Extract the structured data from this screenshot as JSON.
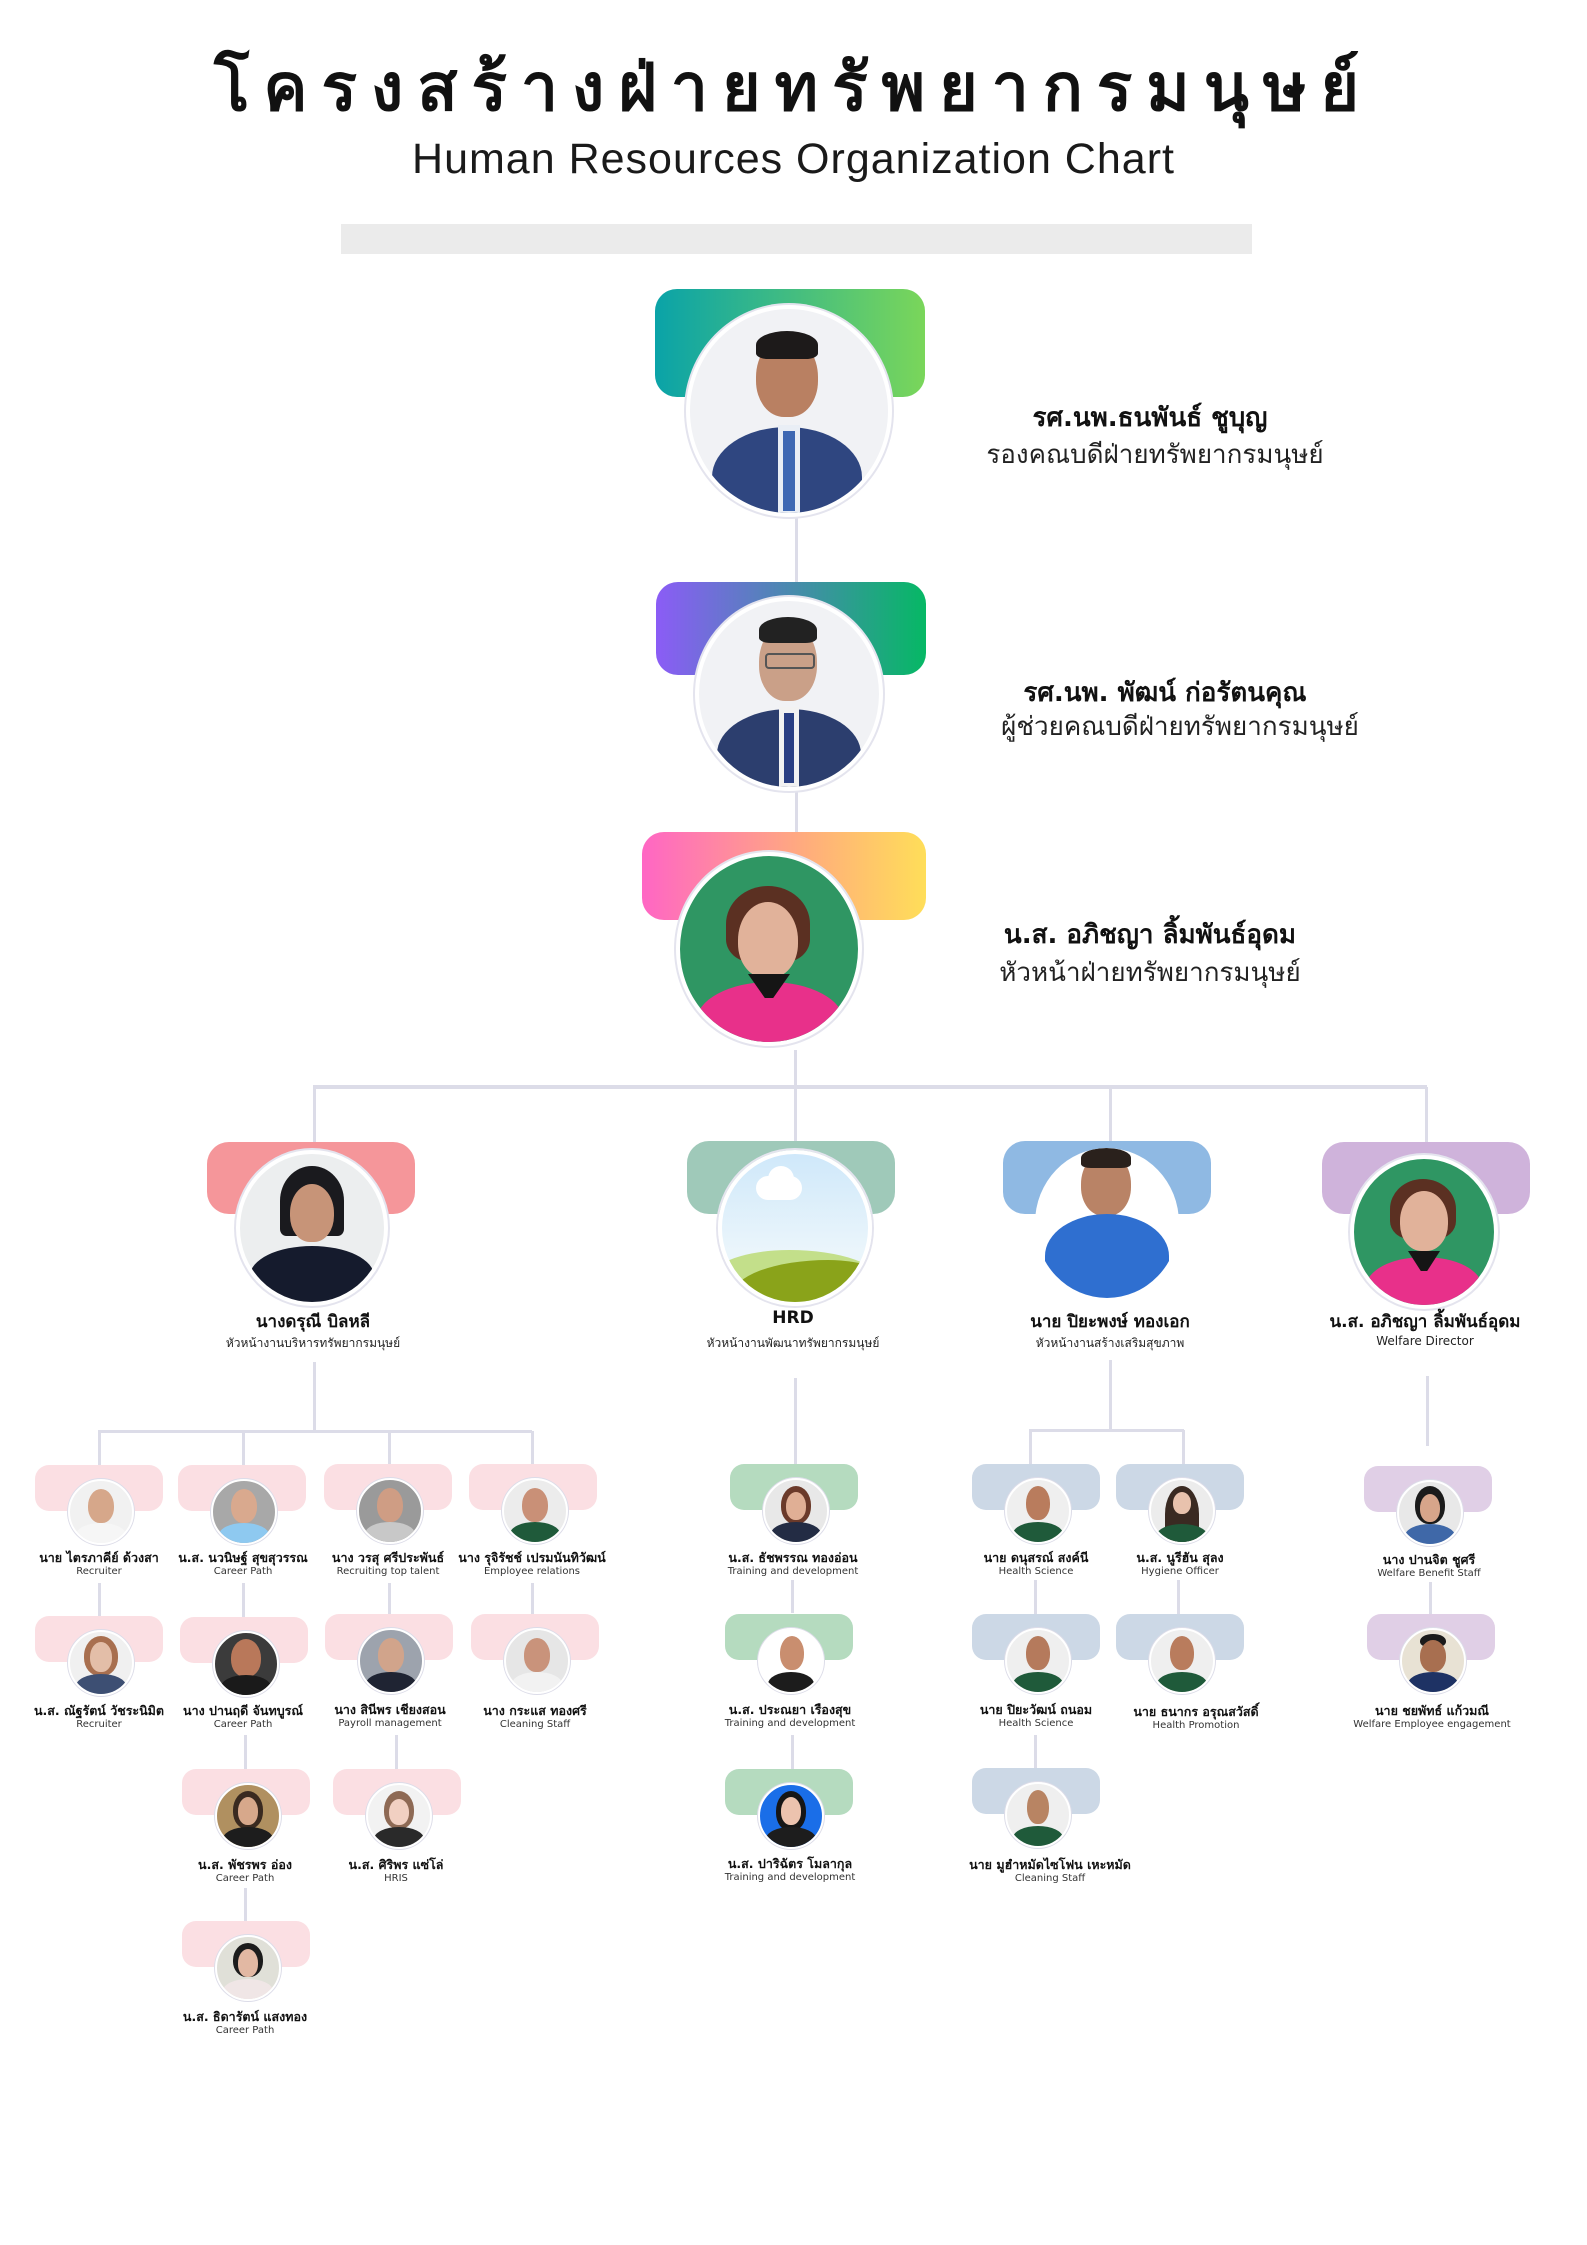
{
  "header": {
    "title_th": "โครงสร้างฝ่ายทรัพยากรมนุษย์",
    "title_en": "Human Resources Organization Chart"
  },
  "colors": {
    "connector": "#dcdce8",
    "exec1_gradient": [
      "#0aa3a8",
      "#7ad65a"
    ],
    "exec2_gradient": [
      "#8b5cf6",
      "#06b865"
    ],
    "exec3_gradient": [
      "#ff66c4",
      "#ffde59"
    ],
    "admin_tab": "#f5969a",
    "hrd_tab": "#9fc9b9",
    "health_tab": "#8fb9e3",
    "welfare_tab": "#cfb3db",
    "admin_staff_tab": "#fbdfe3",
    "hrd_staff_tab": "#b5dbbf",
    "health_staff_tab": "#ccd8e6",
    "welfare_staff_tab": "#e0cfe6"
  },
  "executives": [
    {
      "name": "รศ.นพ.ธนพันธ์ ชูบุญ",
      "role": "รองคณบดีฝ่ายทรัพยากรมนุษย์",
      "icon": "person-photo"
    },
    {
      "name": "รศ.นพ. พัฒน์ ก่อรัตนคุณ",
      "role": "ผู้ช่วยคณบดีฝ่ายทรัพยากรมนุษย์",
      "icon": "person-photo"
    },
    {
      "name": "น.ส. อภิชญา ลิ้มพันธ์อุดม",
      "role": "หัวหน้าฝ่ายทรัพยากรมนุษย์",
      "icon": "person-photo"
    }
  ],
  "units": [
    {
      "lead": {
        "name": "นางดรุณี บิลหลี",
        "role": "หัวหน้างานบริหารทรัพยากรมนุษย์"
      },
      "staff": [
        {
          "name": "นาย ไตรภาคีย์ ด้วงสา",
          "role": "Recruiter"
        },
        {
          "name": "น.ส. นวนิษฐ์ สุขสุวรรณ",
          "role": "Career Path"
        },
        {
          "name": "นาง วรสุ ศรีประพันธ์",
          "role": "Recruiting top talent"
        },
        {
          "name": "นาง รุจิรัชช์ เปรมนันทิวัฒน์",
          "role": "Employee relations"
        },
        {
          "name": "น.ส. ณัฐรัตน์ วัชระนิมิต",
          "role": "Recruiter"
        },
        {
          "name": "นาง ปานฤดี จันทบูรณ์",
          "role": "Career Path"
        },
        {
          "name": "นาง สินีพร เชียงสอน",
          "role": "Payroll management"
        },
        {
          "name": "นาง กระแส ทองศรี",
          "role": "Cleaning Staff"
        },
        {
          "name": "น.ส. พัชรพร อ่อง",
          "role": "Career Path"
        },
        {
          "name": "น.ส. ศิริพร แซ่โล่",
          "role": "HRIS"
        },
        {
          "name": "น.ส. ธิดารัตน์ แสงทอง",
          "role": "Career Path"
        }
      ]
    },
    {
      "lead": {
        "name": "HRD",
        "role": "หัวหน้างานพัฒนาทรัพยากรมนุษย์",
        "icon": "landscape-placeholder"
      },
      "staff": [
        {
          "name": "น.ส. ธัชพรรณ ทองอ่อน",
          "role": "Training and development"
        },
        {
          "name": "น.ส. ประณยา เรืองสุข",
          "role": "Training and development"
        },
        {
          "name": "น.ส. ปาริฉัตร โมลากุล",
          "role": "Training and development"
        }
      ]
    },
    {
      "lead": {
        "name": "นาย ปิยะพงษ์ ทองเอก",
        "role": "หัวหน้างานสร้างเสริมสุขภาพ"
      },
      "staff": [
        {
          "name": "นาย ดนุสรณ์ สงค์นี",
          "role": "Health Science"
        },
        {
          "name": "น.ส. นูรีฮัน สุลง",
          "role": "Hygiene Officer"
        },
        {
          "name": "นาย ปิยะวัฒน์ ถนอม",
          "role": "Health Science"
        },
        {
          "name": "นาย ธนากร อรุณสวัสดิ์",
          "role": "Health Promotion"
        },
        {
          "name": "นาย มูฮำหมัดไซโฟน เหะหมัด",
          "role": "Cleaning Staff"
        }
      ]
    },
    {
      "lead": {
        "name": "น.ส. อภิชญา ลิ้มพันธ์อุดม",
        "role": "Welfare Director"
      },
      "staff": [
        {
          "name": "นาง ปานจิต ชูศรี",
          "role": "Welfare Benefit Staff"
        },
        {
          "name": "นาย ชยพัทธ์ แก้วมณี",
          "role": "Welfare Employee engagement"
        }
      ]
    }
  ]
}
